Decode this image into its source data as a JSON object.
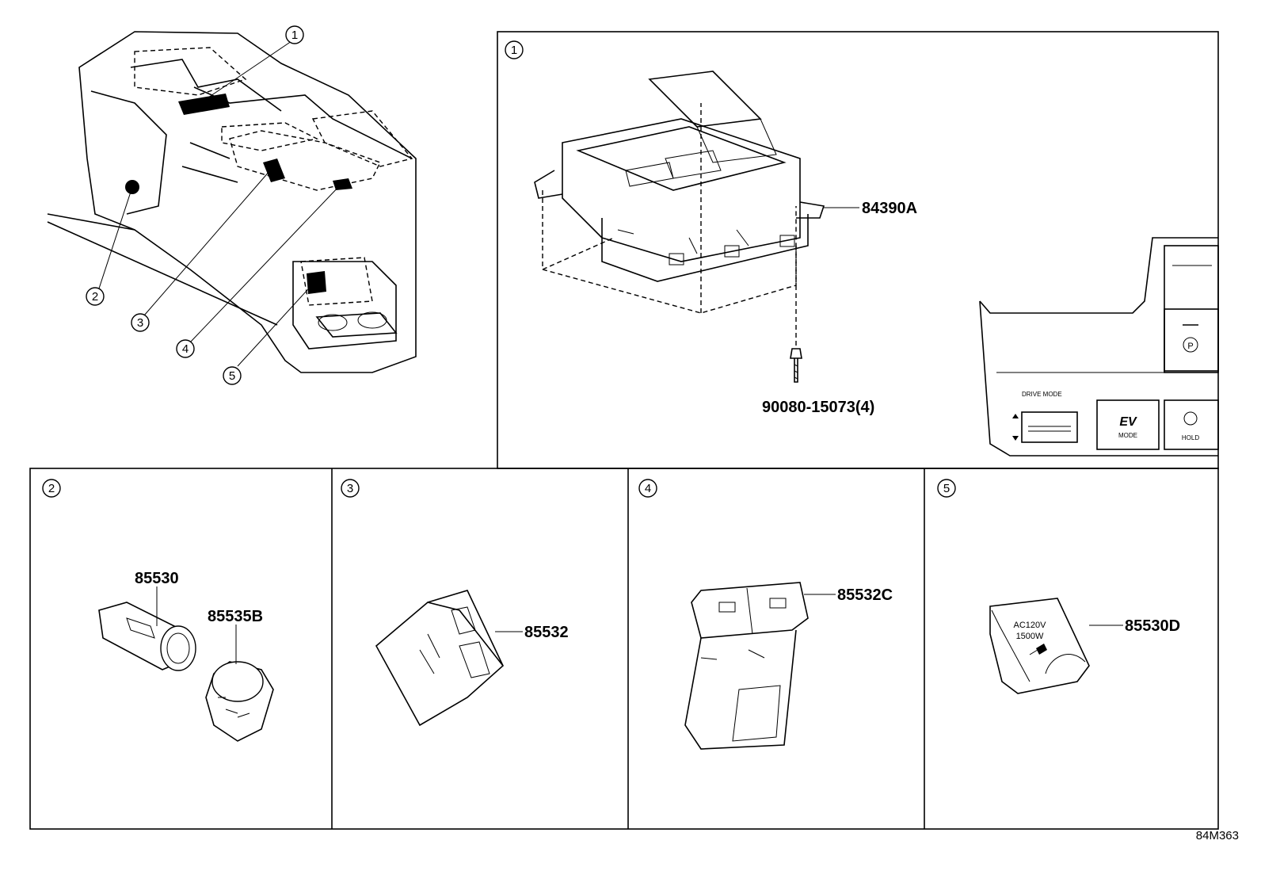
{
  "callouts": [
    "1",
    "2",
    "3",
    "4",
    "5"
  ],
  "panels": {
    "p1": {
      "badge": "1",
      "parts": [
        "84390A",
        "90080-15073(4)"
      ],
      "inset": {
        "drive_mode": "DRIVE MODE",
        "ev": "EV",
        "ev_sub": "MODE",
        "park": "P",
        "hold": "HOLD"
      }
    },
    "p2": {
      "badge": "2",
      "parts": [
        "85530",
        "85535B"
      ]
    },
    "p3": {
      "badge": "3",
      "parts": [
        "85532"
      ]
    },
    "p4": {
      "badge": "4",
      "parts": [
        "85532C"
      ]
    },
    "p5": {
      "badge": "5",
      "parts": [
        "85530D"
      ],
      "outlet_text": [
        "AC120V",
        "1500W"
      ]
    }
  },
  "diagram_code": "84M363"
}
